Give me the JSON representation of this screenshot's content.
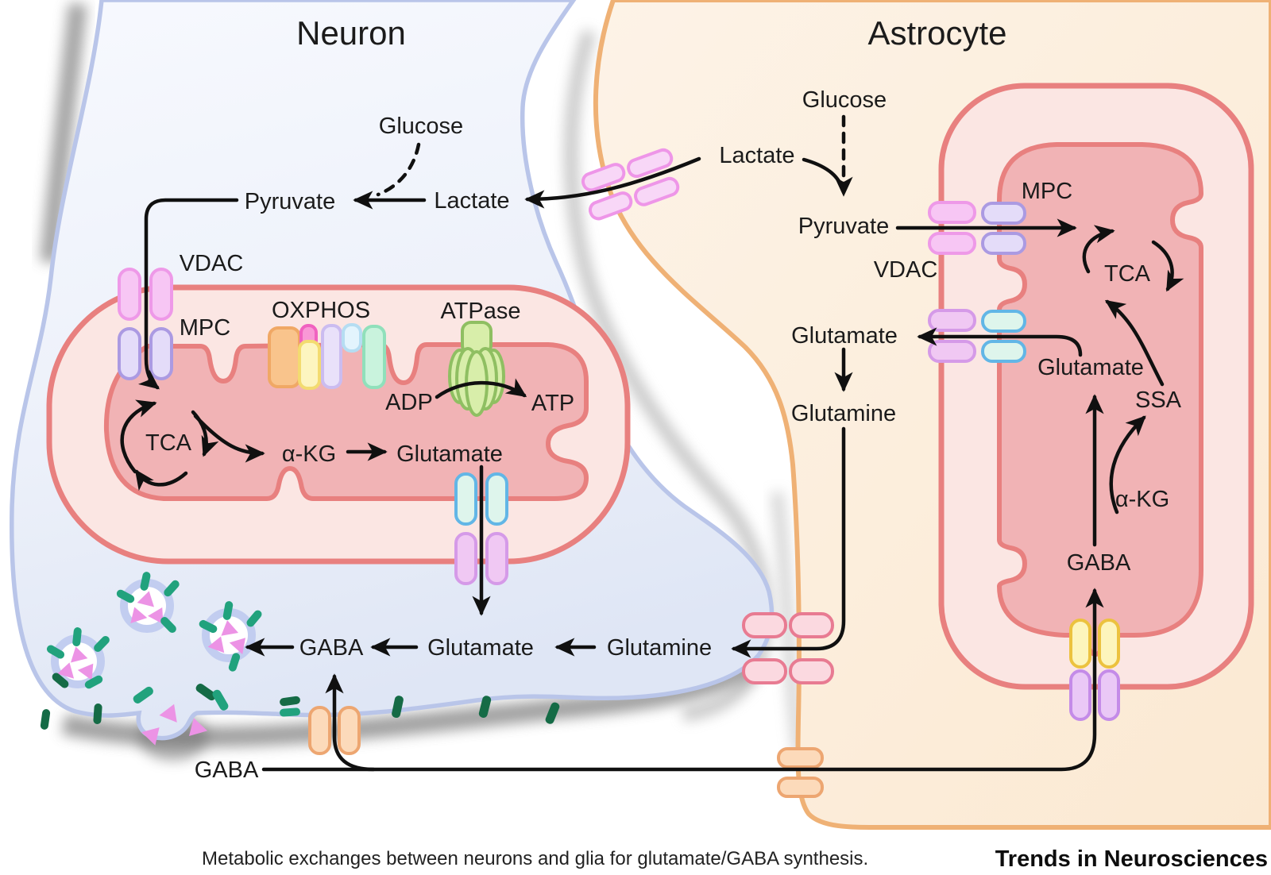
{
  "figure": {
    "type": "pathway-diagram",
    "caption": "Metabolic exchanges between neurons and glia for glutamate/GABA synthesis.",
    "brand": "Trends in Neurosciences"
  },
  "neuron": {
    "title": "Neuron",
    "glucose": "Glucose",
    "pyruvate": "Pyruvate",
    "lactate": "Lactate",
    "vdac": "VDAC",
    "mpc": "MPC",
    "oxphos": "OXPHOS",
    "atpase": "ATPase",
    "adp": "ADP",
    "atp": "ATP",
    "tca": "TCA",
    "akg": "α-KG",
    "glutamate_mito": "Glutamate",
    "glutamate": "Glutamate",
    "gaba": "GABA",
    "glutamine": "Glutamine",
    "gaba_release": "GABA"
  },
  "astrocyte": {
    "title": "Astrocyte",
    "glucose": "Glucose",
    "lactate": "Lactate",
    "pyruvate": "Pyruvate",
    "vdac": "VDAC",
    "mpc": "MPC",
    "tca": "TCA",
    "glutamate": "Glutamate",
    "glutamine": "Glutamine",
    "glutamate_mito": "Glutamate",
    "ssa": "SSA",
    "akg": "α-KG",
    "gaba": "GABA"
  },
  "colors": {
    "neuron_fill": "#eef2fb",
    "neuron_border": "#b9c5e9",
    "astrocyte_fill": "#fdf0e0",
    "astrocyte_border": "#efb175",
    "mito_outer_fill": "#fbe6e3",
    "mito_matrix_fill": "#f1b3b5",
    "mito_border": "#e8807f",
    "channel_pink": "#f7c6f4",
    "channel_purple": "#e4dcf9",
    "channel_cyan": "#def5ec",
    "channel_yellow": "#fdf5bc",
    "channel_orange": "#fcdaba",
    "channel_rose": "#fbd9e0",
    "vesicle_ring": "#c2cdf0",
    "neurotransmitter_pink": "#ec93e5",
    "receptor_teal": "#21a27d",
    "receptor_dark_green": "#156b46",
    "atpase_green": "#d8eeaa",
    "arrow_black": "#101010"
  }
}
